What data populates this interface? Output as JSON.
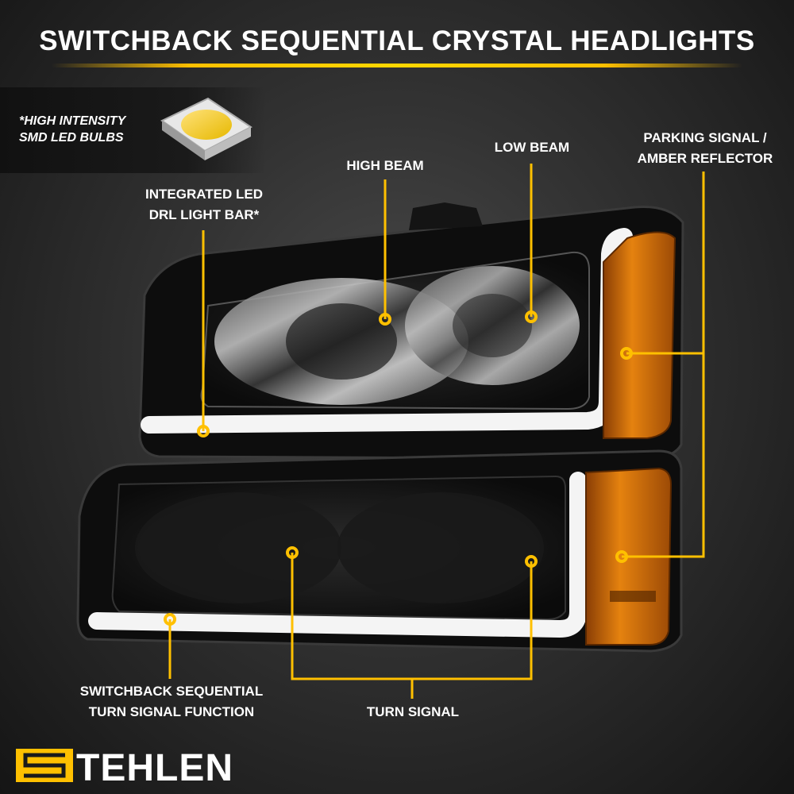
{
  "title": "SWITCHBACK SEQUENTIAL CRYSTAL HEADLIGHTS",
  "led_note": "*HIGH INTENSITY SMD LED BULBS",
  "labels": {
    "high_beam": "HIGH BEAM",
    "low_beam": "LOW BEAM",
    "parking_signal": "PARKING SIGNAL / AMBER REFLECTOR",
    "drl": "INTEGRATED LED DRL LIGHT BAR*",
    "sequential": "SWITCHBACK SEQUENTIAL TURN SIGNAL FUNCTION",
    "turn_signal": "TURN SIGNAL"
  },
  "brand": "TEHLEN",
  "colors": {
    "accent": "#FFC000",
    "amber": "#E07A10",
    "housing": "#101010",
    "text": "#FFFFFF"
  }
}
